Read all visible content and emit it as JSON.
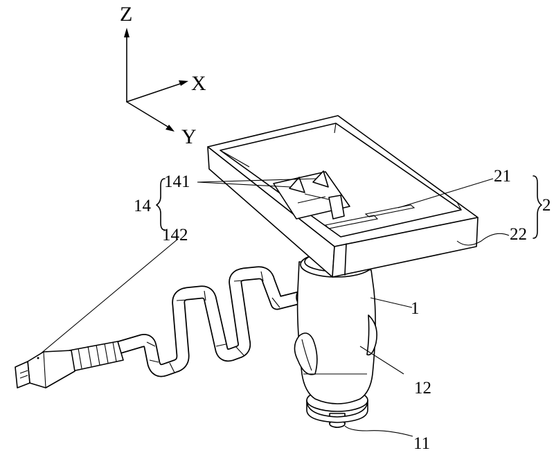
{
  "axes": {
    "z": "Z",
    "x": "X",
    "y": "Y"
  },
  "labels": {
    "l1": "1",
    "l11": "11",
    "l12": "12",
    "l14": "14",
    "l141": "141",
    "l142": "142",
    "l2": "2",
    "l21": "21",
    "l22": "22"
  }
}
